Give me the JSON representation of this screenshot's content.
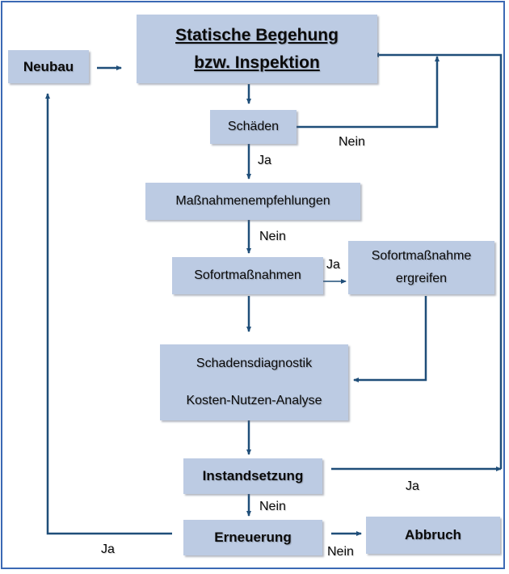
{
  "boxes": {
    "neubau": "Neubau",
    "title_line1": "Statische Begehung",
    "title_line2": "bzw. Inspektion",
    "schaeden": "Schäden",
    "massnahmen": "Maßnahmenempfehlungen",
    "sofort": "Sofortmaßnahmen",
    "sofort_ergreifen_line1": "Sofortmaßnahme",
    "sofort_ergreifen_line2": "ergreifen",
    "diag_line1": "Schadensdiagnostik",
    "diag_line2": "Kosten-Nutzen-Analyse",
    "instandsetzung": "Instandsetzung",
    "erneuerung": "Erneuerung",
    "abbruch": "Abbruch"
  },
  "labels": {
    "schaeden_nein": "Nein",
    "schaeden_ja": "Ja",
    "massnahmen_nein": "Nein",
    "sofort_ja": "Ja",
    "instand_ja": "Ja",
    "instand_nein": "Nein",
    "erneuerung_ja": "Ja",
    "erneuerung_nein": "Nein"
  },
  "colors": {
    "box_fill": "#bccbe3",
    "arrow": "#1f4e79",
    "frame": "#3b69b4"
  }
}
